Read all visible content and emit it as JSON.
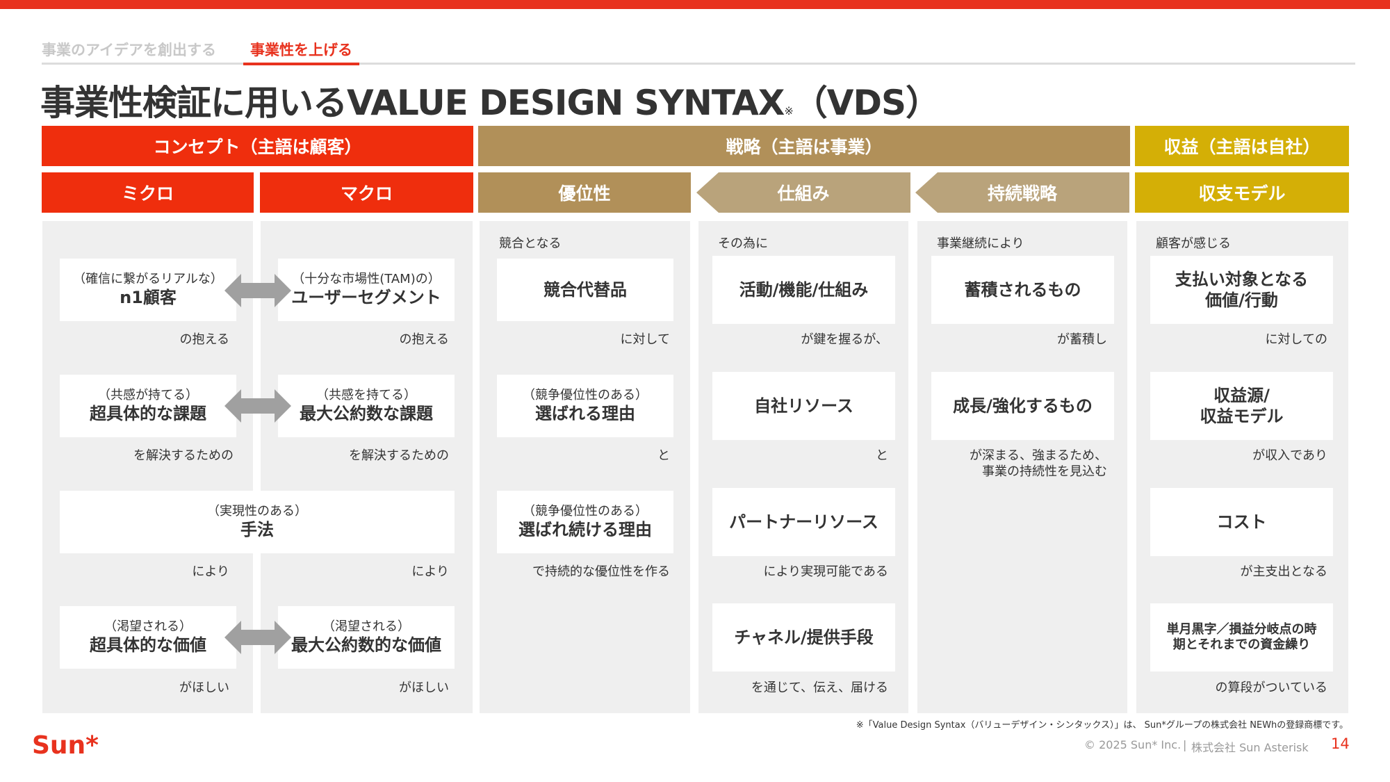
{
  "tabs": {
    "inactive": "事業のアイデアを創出する",
    "active": "事業性を上げる"
  },
  "title": {
    "main": "事業性検証に用いるVALUE DESIGN SYNTAX",
    "mark": "※",
    "suffix": "（VDS）"
  },
  "headers": {
    "concept": "コンセプト（主語は顧客）",
    "strategy": "戦略（主語は事業）",
    "revenue": "収益（主語は自社）"
  },
  "subheaders": {
    "micro": "ミクロ",
    "macro": "マクロ",
    "advantage": "優位性",
    "mechanism": "仕組み",
    "sustain": "持続戦略",
    "balance": "収支モデル"
  },
  "leads": {
    "advantage": "競合となる",
    "mechanism": "その為に",
    "sustain": "事業継続により",
    "balance": "顧客が感じる"
  },
  "micro": {
    "r1_small": "（確信に繋がるリアルな）",
    "r1_big": "n1顧客",
    "r1_note": "の抱える",
    "r2_small": "（共感が持てる）",
    "r2_big": "超具体的な課題",
    "r2_note": "を解決するための",
    "r3_note": "により",
    "r4_small": "（渇望される）",
    "r4_big": "超具体的な価値",
    "r4_note": "がほしい"
  },
  "macro": {
    "r1_small": "（十分な市場性(TAM)の）",
    "r1_big": "ユーザーセグメント",
    "r1_note": "の抱える",
    "r2_small": "（共感を持てる）",
    "r2_big": "最大公約数な課題",
    "r2_note": "を解決するための",
    "r3_note": "により",
    "r4_small": "（渇望される）",
    "r4_big": "最大公約数的な価値",
    "r4_note": "がほしい"
  },
  "method": {
    "small": "（実現性のある）",
    "big": "手法"
  },
  "advantage": {
    "r1_big": "競合代替品",
    "r1_note": "に対して",
    "r2_small": "（競争優位性のある）",
    "r2_big": "選ばれる理由",
    "r2_note": "と",
    "r3_small": "（競争優位性のある）",
    "r3_big": "選ばれ続ける理由",
    "r3_note": "で持続的な優位性を作る"
  },
  "mechanism": {
    "r1_big": "活動/機能/仕組み",
    "r1_note": "が鍵を握るが、",
    "r2_big": "自社リソース",
    "r2_note": "と",
    "r3_big": "パートナーリソース",
    "r3_note": "により実現可能である",
    "r4_big": "チャネル/提供手段",
    "r4_note": "を通じて、伝え、届ける"
  },
  "sustain": {
    "r1_big": "蓄積されるもの",
    "r1_note": "が蓄積し",
    "r2_big": "成長/強化するもの",
    "r2_note_1": "が深まる、強まるため、",
    "r2_note_2": "事業の持続性を見込む"
  },
  "balance": {
    "r1_big_1": "支払い対象となる",
    "r1_big_2": "価値/行動",
    "r1_note": "に対しての",
    "r2_big_1": "収益源/",
    "r2_big_2": "収益モデル",
    "r2_note": "が収入であり",
    "r3_big": "コスト",
    "r3_note": "が主支出となる",
    "r4_big_1": "単月黒字／損益分岐点の時",
    "r4_big_2": "期とそれまでの資金繰り",
    "r4_note": "の算段がついている"
  },
  "footer": {
    "note": "※「Value Design Syntax（バリューデザイン・シンタックス）」は、 Sun*グループの株式会社 NEWhの登録商標です。",
    "logo": "Sun*",
    "copyright": "© 2025 Sun* Inc.",
    "separator": "|",
    "company": "株式会社 Sun Asterisk",
    "page": "14"
  },
  "colors": {
    "red": "#ef2e0d",
    "brown": "#b19059",
    "light_brown": "#b9a37b",
    "gold": "#d4af06",
    "arrow_gray": "#a0a0a0"
  }
}
